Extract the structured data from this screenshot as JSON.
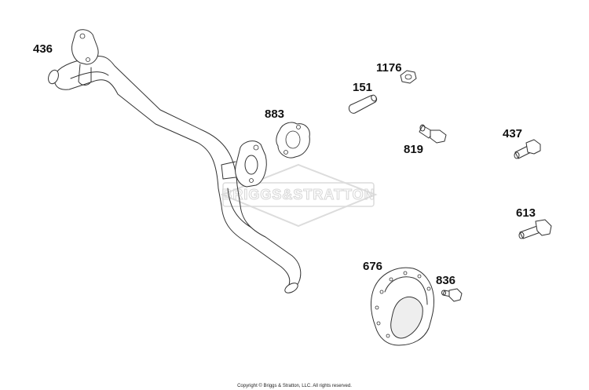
{
  "watermark": {
    "brand": "BRIGGS&STRATTON"
  },
  "parts": [
    {
      "id": "436",
      "label": "436",
      "name": "tube"
    },
    {
      "id": "883",
      "label": "883",
      "name": "gasket"
    },
    {
      "id": "151",
      "label": "151",
      "name": "pin"
    },
    {
      "id": "1176",
      "label": "1176",
      "name": "nut"
    },
    {
      "id": "819",
      "label": "819",
      "name": "screw"
    },
    {
      "id": "437",
      "label": "437",
      "name": "screw"
    },
    {
      "id": "613",
      "label": "613",
      "name": "screw"
    },
    {
      "id": "676",
      "label": "676",
      "name": "cover"
    },
    {
      "id": "836",
      "label": "836",
      "name": "screw"
    }
  ],
  "footer": {
    "copyright": "Copyright © Briggs & Stratton, LLC. All rights reserved."
  }
}
